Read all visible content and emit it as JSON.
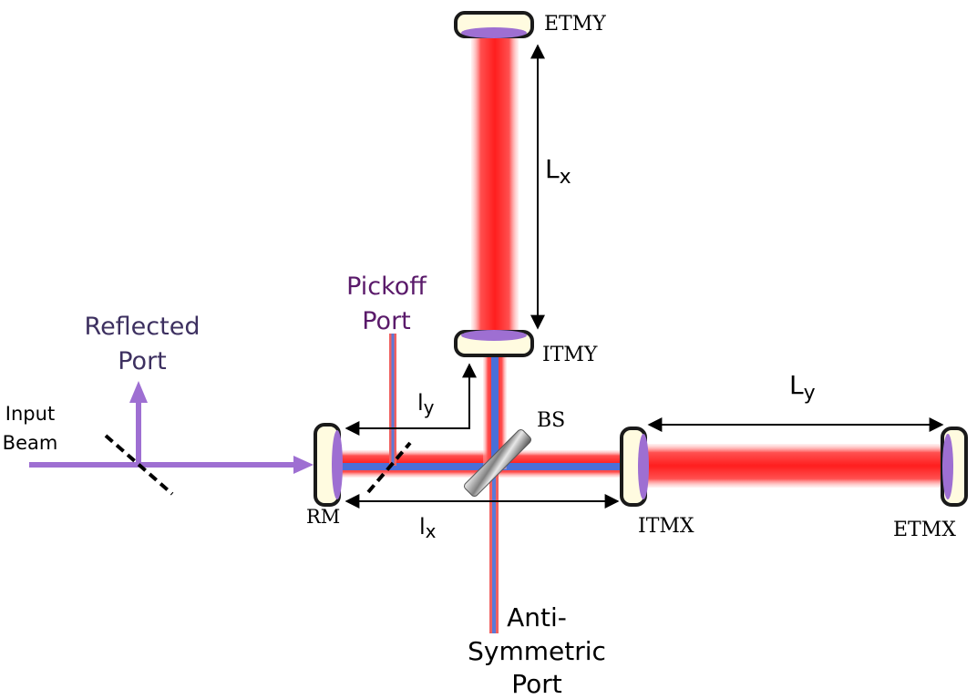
{
  "labels": {
    "etmy": "ETMY",
    "itmy": "ITMY",
    "etmx": "ETMX",
    "itmx": "ITMX",
    "bs": "BS",
    "rm": "RM",
    "lx_arm": "L",
    "lx_arm_sub": "x",
    "ly_arm": "L",
    "ly_arm_sub": "y",
    "lx_short": "l",
    "lx_short_sub": "x",
    "ly_short": "l",
    "ly_short_sub": "y",
    "pickoff_1": "Pickoff",
    "pickoff_2": "Port",
    "reflected_1": "Reflected",
    "reflected_2": "Port",
    "input_1": "Input",
    "input_2": "Beam",
    "antisym_1": "Anti-",
    "antisym_2": "Symmetric",
    "antisym_3": "Port"
  },
  "colors": {
    "laser_red": "#ff2a2a",
    "laser_blue": "#4a6fd8",
    "beam_violet": "#9e6fd2",
    "pickoff_text": "#5a1a6a",
    "reflected_text": "#3d3060",
    "mirror_frame": "#1a1a1a",
    "mirror_glow": "#fffbe0"
  }
}
